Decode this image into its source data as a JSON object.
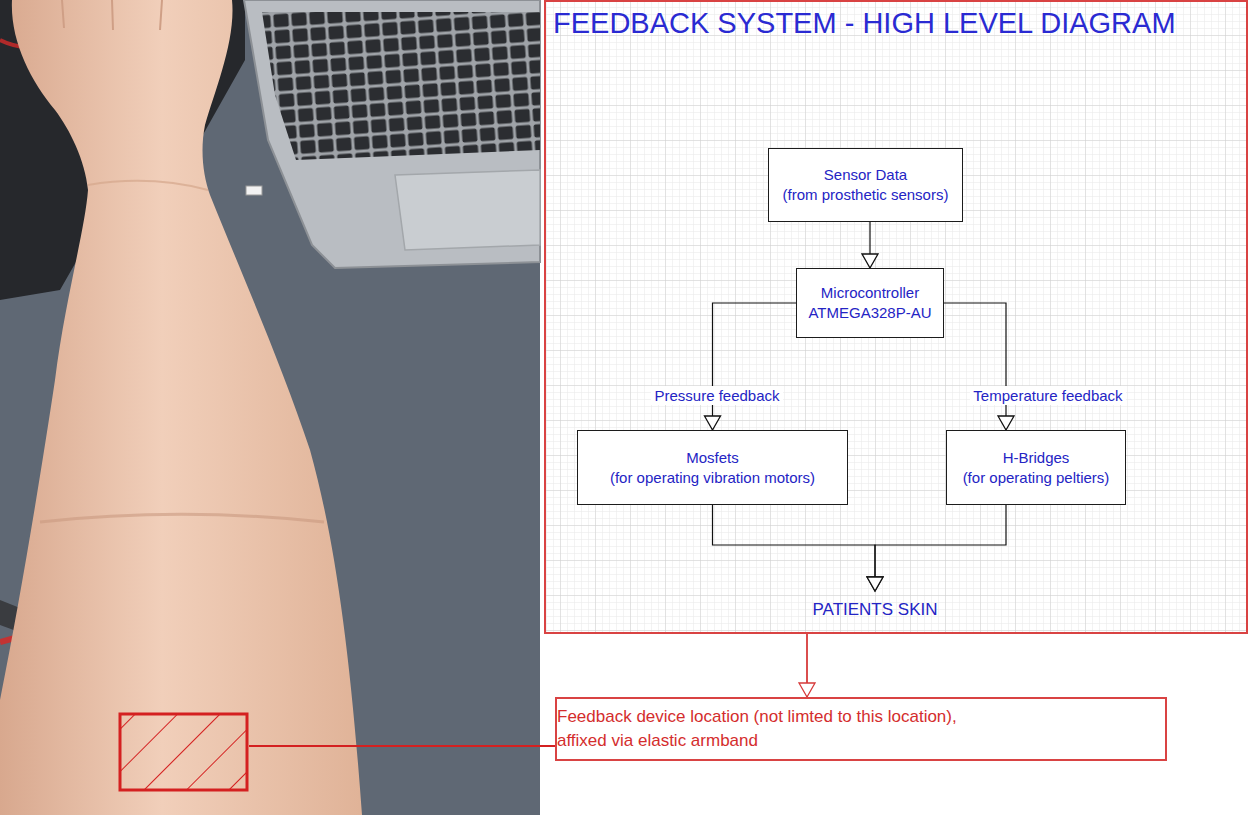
{
  "diagram": {
    "nodes": [
      {
        "text": [
          "FEEDBACK SYSTEM - HIGH LEVEL DIAGRAM"
        ]
      },
      {
        "text": [
          "Sensor Data (from prosthetic sensors)"
        ],
        "in": 0
      },
      {
        "text": [
          "Microcontroller ATMEGA328P-AU"
        ],
        "in": 0
      },
      {
        "text": [
          "Mosfets (for operating vibration motors)"
        ],
        "in": 0
      },
      {
        "text": [
          "H-Bridges (for operating peltiers)"
        ],
        "in": 0
      },
      {
        "text": [
          "PATIENTS SKIN"
        ],
        "in": 0
      },
      {
        "text": [
          "Feedback device location (not limted to this location), affixed via elastic armband"
        ]
      }
    ],
    "edges": [
      {
        "from": 1,
        "to": 2,
        "arrow": "to"
      },
      {
        "from": 2,
        "to": 3,
        "label": "Pressure feedback",
        "arrow": "to"
      },
      {
        "from": 2,
        "to": 4,
        "label": "Temperature feedback",
        "arrow": "to"
      },
      {
        "from": 3,
        "to": 5,
        "arrow": "to"
      },
      {
        "from": 4,
        "to": 5,
        "arrow": "to"
      },
      {
        "from": 0,
        "to": 6,
        "arrow": "to"
      }
    ]
  }
}
